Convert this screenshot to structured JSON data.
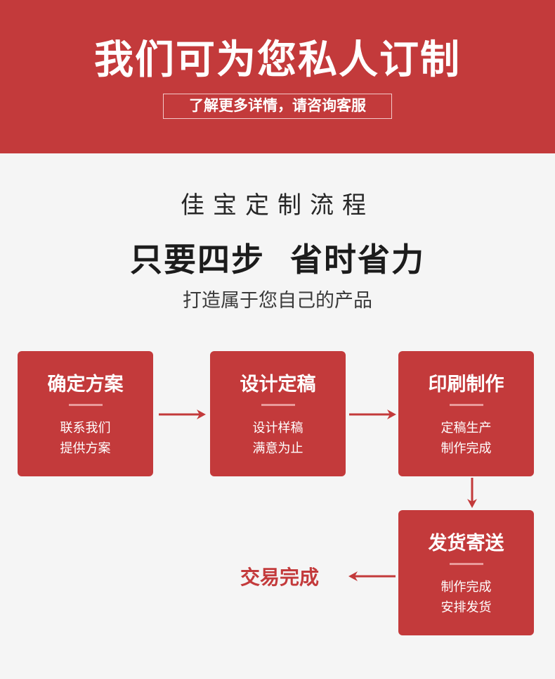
{
  "banner": {
    "title": "我们可为您私人订制",
    "subtitle": "了解更多详情，请咨询客服"
  },
  "process": {
    "title": "佳宝定制流程",
    "slogan": "只要四步  省时省力",
    "sub_slogan": "打造属于您自己的产品"
  },
  "steps": [
    {
      "title": "确定方案",
      "line1": "联系我们",
      "line2": "提供方案"
    },
    {
      "title": "设计定稿",
      "line1": "设计样稿",
      "line2": "满意为止"
    },
    {
      "title": "印刷制作",
      "line1": "定稿生产",
      "line2": "制作完成"
    },
    {
      "title": "发货寄送",
      "line1": "制作完成",
      "line2": "安排发货"
    }
  ],
  "final": {
    "label": "交易完成"
  },
  "colors": {
    "brand_red": "#c33a3b",
    "background": "#f5f5f5",
    "text_dark": "#262626",
    "underline": "#e99a9a"
  },
  "icons": [
    "arrow-right-icon",
    "arrow-down-icon",
    "arrow-left-icon"
  ]
}
